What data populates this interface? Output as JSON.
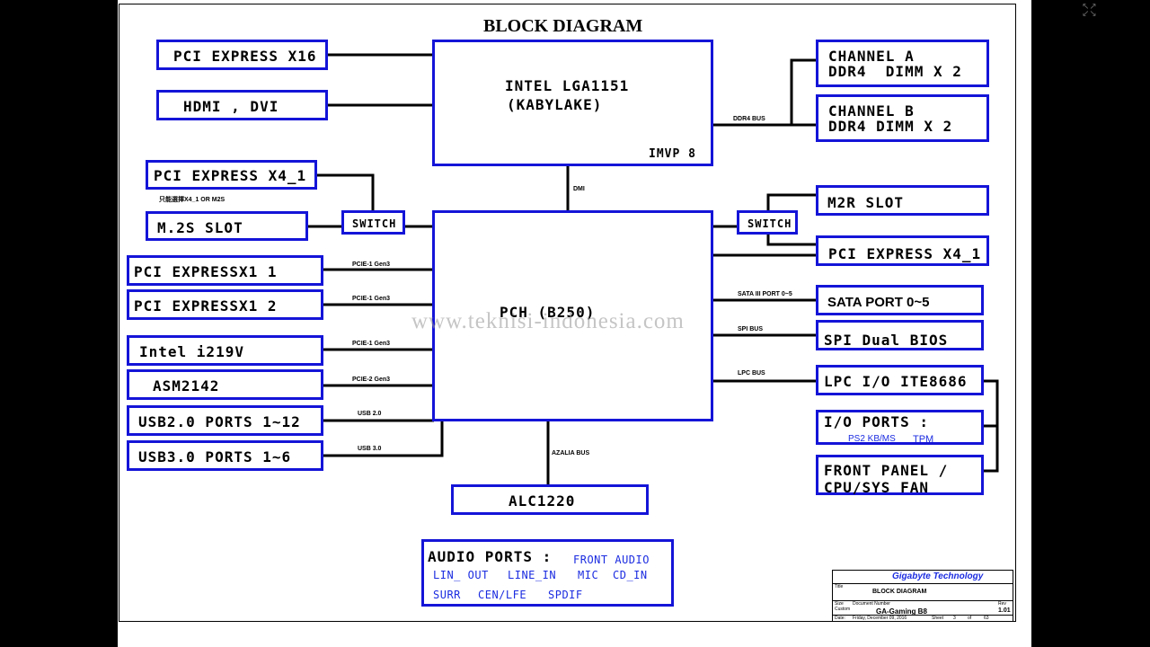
{
  "title": "BLOCK DIAGRAM",
  "watermark": "www.teknisi-indonesia.com",
  "colors": {
    "block_border": "#1414d8",
    "blue_text": "#1b2ce0",
    "background": "#000000",
    "sheet": "#ffffff"
  },
  "cpu": {
    "line1": "INTEL LGA1151",
    "line2": "(KABYLAKE)",
    "vr": "IMVP 8"
  },
  "pch": {
    "label": "PCH (B250)"
  },
  "left_blocks": {
    "pcie_x16": "PCI EXPRESS X16",
    "hdmi_dvi": "HDMI , DVI",
    "pcie_x4_1": "PCI EXPRESS X4_1",
    "note_x4_m2s": "只能選擇X4_1 OR M2S",
    "m2s_slot": "M.2S SLOT",
    "switch": "SWITCH",
    "pcie_x1_1": "PCI EXPRESSX1 1",
    "pcie_x1_2": "PCI EXPRESSX1 2",
    "lan": "Intel i219V",
    "asm": "ASM2142",
    "usb2": "USB2.0 PORTS 1~12",
    "usb3": "USB3.0 PORTS 1~6"
  },
  "right_blocks": {
    "channel_a_1": "CHANNEL A",
    "channel_a_2": "DDR4  DIMM X 2",
    "channel_b_1": "CHANNEL B",
    "channel_b_2": "DDR4 DIMM X 2",
    "m2r_slot": "M2R SLOT",
    "switch": "SWITCH",
    "pcie_x4_1": "PCI EXPRESS X4_1",
    "sata": "SATA PORT 0~5",
    "spi": "SPI Dual BIOS",
    "lpc": "LPC I/O ITE8686",
    "io_ports": "I/O PORTS :",
    "io_ps2": "PS2 KB/MS",
    "io_tpm": "TPM",
    "front_1": "FRONT PANEL /",
    "front_2": "CPU/SYS FAN"
  },
  "bottom_blocks": {
    "codec": "ALC1220",
    "audio_title": "AUDIO PORTS :",
    "front_audio": "FRONT AUDIO",
    "line_out": "LIN_ OUT",
    "line_in": "LINE_IN",
    "mic": "MIC",
    "cd_in": "CD_IN",
    "surr": "SURR",
    "cen_lfe": "CEN/LFE",
    "spdif": "SPDIF"
  },
  "bus_labels": {
    "ddr4": "DDR4 BUS",
    "dmi": "DMI",
    "pcie_1a": "PCIE-1 Gen3",
    "pcie_1b": "PCIE-1 Gen3",
    "pcie_1c": "PCIE-1 Gen3",
    "pcie_2": "PCIE-2 Gen3",
    "usb2": "USB 2.0",
    "usb3": "USB 3.0",
    "sata": "SATA III PORT 0~5",
    "spi": "SPI BUS",
    "lpc": "LPC BUS",
    "azalia": "AZALIA BUS"
  },
  "title_block": {
    "company": "Gigabyte Technology",
    "title_label": "Title",
    "title": "BLOCK DIAGRAM",
    "size_label": "Size",
    "size": "Custom",
    "docnum_label": "Document Number",
    "docnum": "GA-Gaming B8",
    "rev_label": "Rev",
    "rev": "1.01",
    "date_label": "Date:",
    "date": "Friday, December 09, 2016",
    "sheet_label": "Sheet",
    "sheet": "3",
    "of_label": "of",
    "total": "63"
  }
}
